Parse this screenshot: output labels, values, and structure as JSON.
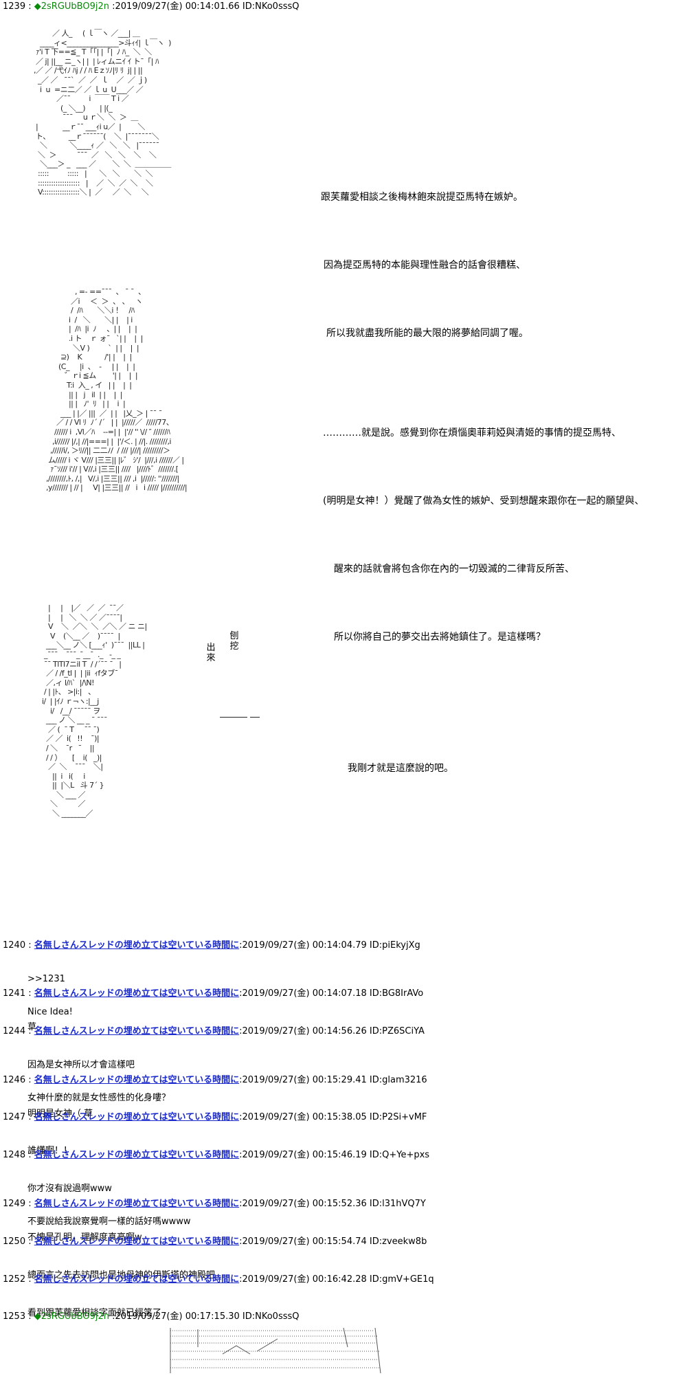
{
  "posts": [
    {
      "num": "1239",
      "trip": "◆2sRGUbBO9j2n",
      "date": "2019/09/27(金) 00:14:01.66",
      "id": "ID:NKo0sssQ"
    },
    {
      "num": "1240",
      "name": "名無しさんスレッドの埋め立ては空いている時間に",
      "date": "2019/09/27(金) 00:14:04.79",
      "id": "ID:piEkyjXg",
      "lines": [
        ">>1231",
        "Nice Idea!"
      ]
    },
    {
      "num": "1241",
      "name": "名無しさんスレッドの埋め立ては空いている時間に",
      "date": "2019/09/27(金) 00:14:07.18",
      "id": "ID:BG8IrAVo",
      "lines": [
        "草"
      ]
    },
    {
      "num": "1244",
      "name": "名無しさんスレッドの埋め立ては空いている時間に",
      "date": "2019/09/27(金) 00:14:56.26",
      "id": "ID:PZ6SCiYA",
      "lines": [
        "因為是女神所以才會這樣吧",
        "女神什麼的就是女性感性的化身嘍？"
      ]
    },
    {
      "num": "1246",
      "name": "名無しさんスレッドの埋め立ては空いている時間に",
      "date": "2019/09/27(金) 00:15:29.41",
      "id": "ID:glam3216",
      "lines": [
        "明明是女神（ 草"
      ]
    },
    {
      "num": "1247",
      "name": "名無しさんスレッドの埋め立ては空いている時間に",
      "date": "2019/09/27(金) 00:15:38.05",
      "id": "ID:P2Si+vMF",
      "lines": [
        "誰懂啊！！"
      ]
    },
    {
      "num": "1248",
      "name": "名無しさんスレッドの埋め立ては空いている時間に",
      "date": "2019/09/27(金) 00:15:46.19",
      "id": "ID:Q+Ye+pxs",
      "lines": [
        "你才沒有說過啊www",
        "不要說給我說察覺啊一樣的話好嗎wwww"
      ]
    },
    {
      "num": "1249",
      "name": "名無しさんスレッドの埋め立ては空いている時間に",
      "date": "2019/09/27(金) 00:15:52.36",
      "id": "ID:l31hVQ7Y",
      "lines": [
        "不愧是孔明，理解度真高啊w"
      ]
    },
    {
      "num": "1250",
      "name": "名無しさんスレッドの埋め立ては空いている時間に",
      "date": "2019/09/27(金) 00:15:54.74",
      "id": "ID:zveekw8b",
      "lines": [
        "總而言之先去訪問也是地母神的伊斯塔的神殿吧"
      ]
    },
    {
      "num": "1252",
      "name": "名無しさんスレッドの埋め立ては空いている時間に",
      "date": "2019/09/27(金) 00:16:42.28",
      "id": "ID:gmV+GE1q",
      "lines": [
        "看到跟芙蘿愛相談字面就已經笑了"
      ]
    },
    {
      "num": "1253",
      "trip": "◆2sRGUbBO9j2n",
      "date": "2019/09/27(金) 00:17:15.30",
      "id": "ID:NKo0sssQ"
    }
  ],
  "story": {
    "block1": [
      "跟芙蘿愛相談之後梅林飽來說提亞馬特在嫉妒。",
      "因為提亞馬特的本能與理性融合的話會很糟糕、",
      "所以我就盡我所能的最大限的將夢給同調了喔。"
    ],
    "block2": [
      "…………就是說。感覺到你在煩惱奧菲莉婭與清姬的事情的提亞馬特、",
      "(明明是女神！）覺醒了做為女性的嫉妒、受到想醒來跟你在一起的願望與、",
      "醒來的話就會將包含你在內的一切毀滅的二律背反所苦、",
      "所以你將自己的夢交出去將她鎮住了。是這樣嗎？"
    ],
    "block3": [
      "我剛才就是這麼說的吧。"
    ],
    "sfx1": "刨挖",
    "sfx2": "出來"
  },
  "aa": {
    "art1": "            ／ 人_     ( ｌ￣ヽ ／___| ＿\n      ____ィ<_______________>斗ｨｲ| ｌ￣ヽ  )\n    ｧ'i T 下==≦_ T「「| |「|  ﾉ ﾊ_  ＼  ＼\n    ／ j| ||__ ニ_ヽ| |  | ﾚィムニｲ ｲ ト¯「| ﾊ\n   ,／ ／ /弋ｲﾉ ﾊj / / ﾊ Eｚｿﾉ|ﾘ ﾘ  j| | ||\n     _／ ／   ¯¯`  ／  ／  ｌ    ／  ／ ｊ)\n      i  u  =ニ二／ ／ ｌ u  U___／ ／\n              ／¯¯         i  ￣￣ T i ／\n                (_ ＼__)       | |(_\n                 ¯¯¯     u ｒ＼  ＼  ＞  ＿\n    |            __ｒ¯¯ ___ｨi u／  |        ＼\n    ト、         __ｒ¯¯¯¯¯¯(    ＼  |¯¯¯¯¯¯¯＼\n      ＼           ＼____ｨ ／   ＼   ＼   |¯¯¯¯¯¯\n     ＼  ＞          ¯¯¯  ／   ＼   ＼    ＼    ＼\n      ＼___＞ _   ___ ／        ＼  ＼  ＿＿＿＿＿\n     :::::         :::::   |      ＼   ＼       ＼  ＼\n     :::::::::::::::::::   |    ／  ＼  ／  ＼    ＼\n     V:::::::::::::::::＼ |  ／     ／  ＼     ＼",
    "art2": "                 , =- ==¯¯¯  、 ¯ ¯  、\n               ／i     ＜  ＞  、 、   ヽ\n               /  /ﾊ       ＼＼i ！   /ﾊ\n              i  /   ＼       ＼| |    | i\n              |  /ﾊ  |i  ﾉ     、| |    |  |\n              .i ト    ｒ ォ¯   `| |    |  |\n                ＼V )         `  | |    |  |\n          ⊇)    K           /'| |    |  |\n         (C_     |i  、  -     | |    |  |\n            ゛ｒi ≦ム        '| |    |  |\n             T:i  入_ , イ   | |    |  |\n              || |   j   il  | |    |  |\n              || |   ﾉ'  ﾘ   | |    i  |\n          ___ | |／ |||  ／  | |   |乂_＞ | ¯¯ ¯\n        ／ / / Vl ﾘ  ﾉ´ /´   | |  |/////／  /////77、\n       ////// i  ,Vl／ﾊ    --=| |  |'// '' \\// ″ //////ﾊ\n      ,i////// |/,| //|===| |  |'/＜. | //|. ////////,i\n     ,/////i/, ＞ﾘ//|| 二二ﾉ/  / /// |///| /////////＞\n    ム///// i ヾ V/// |三三|| |ﾚ゛ ｼ'/  |///,i //////／ |\n     ｧ¯ｿ/// i'// | V//,i |三三|| ////   |////ﾄ゛///////.[\n   ,////////,ﾄ, /,|   V/,i |三三|| /// ,i  |/////: ''///////|\n   ,y/////// | // |     V| |三三|| //   i   i ///// |//////////|",
    "art3": "          |     |    |／   ／  ／  ¯¯／\n          |     |   ＼  ＼ ／ ／¯¯¯¯|\n          V    ＼  ／＼  ＼  ／＼ ／ ニ ニ|\n           V    (＼__ ／    )¯¯¯¯  |\n         ___＼__ ノ＼ [___ｨ'  )¯¯¯  ||LL |\n        _¯¯¯    ¯¯¯_¯__¯  ._   -_ _\n        ¯¯ TlTl7ニil T  / /´¯¯ ¯   |\n         ／ / /f_tl |  | |ii  ｨfタブ¯\n         ／,ィ l/ﾊ`  |/\\N!\n        / | |ﾄ、 >|i:|   、\n       i/  | |ｲﾉ ｒ¬ヽ:|__j\n           i/   /__/ ¯¯¯¯¯ ヲ\n         ___ ノ ＼ __ _ ¯ ¯¯¯\n          ／ (  ¯ T     ¯¯ ¯)\n         ／ ／  i(   !!    ¯)|\n         / ＼    ¯r   ¯    ||\n         / / ）     [    i(   _)|\n          ／  ＼    ¯¯¯    ＼|\n            ||  i   i(     i\n            ||  |＼L   斗 7´ }\n              ＼ ___ ／\n           ＼          ／\n            ＼ _______／"
  }
}
